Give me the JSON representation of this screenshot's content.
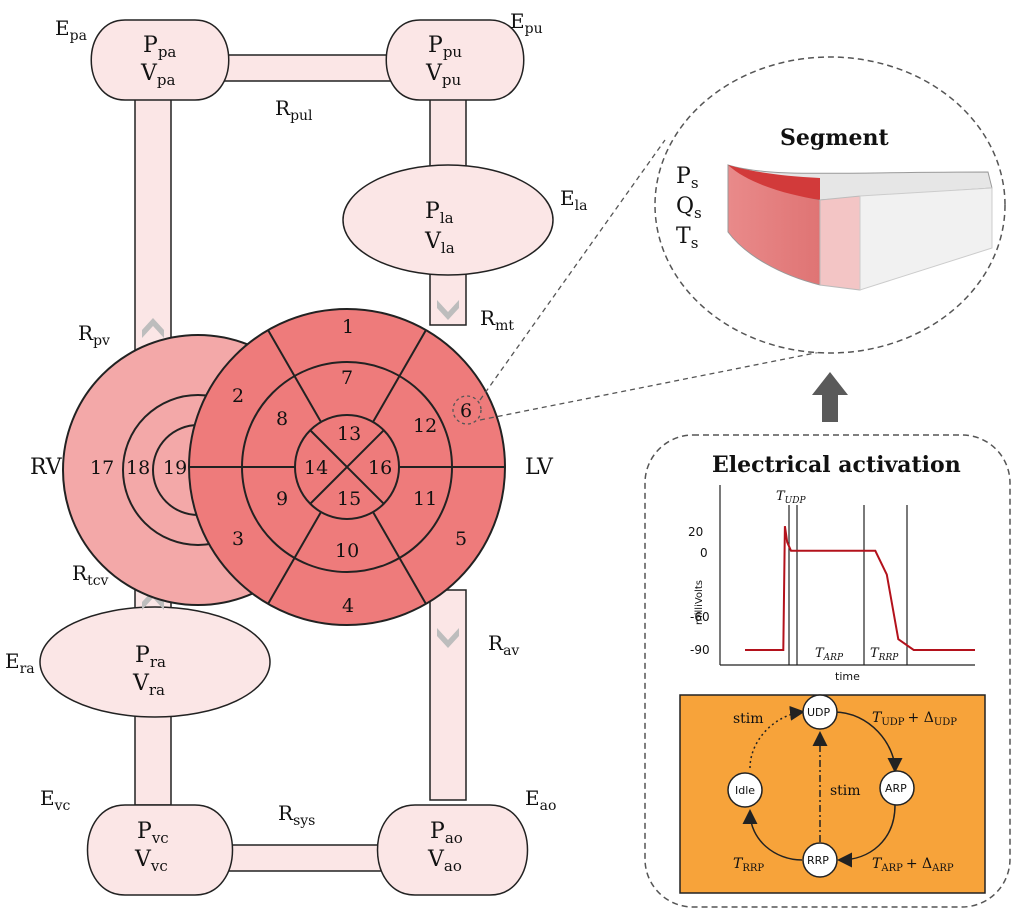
{
  "chambers": {
    "pa": {
      "p": "P",
      "p_sub": "pa",
      "v": "V",
      "v_sub": "pa",
      "e": "E",
      "e_sub": "pa"
    },
    "pu": {
      "p": "P",
      "p_sub": "pu",
      "v": "V",
      "v_sub": "pu",
      "e": "E",
      "e_sub": "pu"
    },
    "la": {
      "p": "P",
      "p_sub": "la",
      "v": "V",
      "v_sub": "la",
      "e": "E",
      "e_sub": "la"
    },
    "ra": {
      "p": "P",
      "p_sub": "ra",
      "v": "V",
      "v_sub": "ra",
      "e": "E",
      "e_sub": "ra"
    },
    "vc": {
      "p": "P",
      "p_sub": "vc",
      "v": "V",
      "v_sub": "vc",
      "e": "E",
      "e_sub": "vc"
    },
    "ao": {
      "p": "P",
      "p_sub": "ao",
      "v": "V",
      "v_sub": "ao",
      "e": "E",
      "e_sub": "ao"
    }
  },
  "resistances": {
    "pul": {
      "main": "R",
      "sub": "pul"
    },
    "pv": {
      "main": "R",
      "sub": "pv"
    },
    "mt": {
      "main": "R",
      "sub": "mt"
    },
    "tcv": {
      "main": "R",
      "sub": "tcv"
    },
    "av": {
      "main": "R",
      "sub": "av"
    },
    "sys": {
      "main": "R",
      "sub": "sys"
    }
  },
  "ventricles": {
    "rv": "RV",
    "lv": "LV"
  },
  "lv_segments": [
    "1",
    "2",
    "3",
    "4",
    "5",
    "6",
    "7",
    "8",
    "9",
    "10",
    "11",
    "12",
    "13",
    "14",
    "15",
    "16"
  ],
  "rv_segments": [
    "17",
    "18",
    "19"
  ],
  "segment_panel": {
    "title": "Segment",
    "ps": {
      "main": "P",
      "sub": "s"
    },
    "qs": {
      "main": "Q",
      "sub": "s"
    },
    "ts": {
      "main": "T",
      "sub": "s"
    }
  },
  "activation": {
    "title": "Electrical activation",
    "ylabel": "milliVolts",
    "xlabel": "time",
    "ticks": [
      "20",
      "0",
      "-60",
      "-90"
    ],
    "t_udp": {
      "main": "T",
      "sub": "UDP"
    },
    "t_arp": {
      "main": "T",
      "sub": "ARP"
    },
    "t_rrp": {
      "main": "T",
      "sub": "RRP"
    }
  },
  "state_machine": {
    "states": {
      "udp": "UDP",
      "arp": "ARP",
      "rrp": "RRP",
      "idle": "Idle"
    },
    "stim_top": "stim",
    "stim_center": "stim",
    "udp_to_arp": {
      "t": "T",
      "t_sub": "UDP",
      "plus": "+ Δ",
      "d_sub": "UDP"
    },
    "arp_to_rrp": {
      "t": "T",
      "t_sub": "ARP",
      "plus": "+ Δ",
      "d_sub": "ARP"
    },
    "rrp_to_idle": {
      "t": "T",
      "t_sub": "RRP"
    }
  },
  "colors": {
    "vessel": "#fbe6e6",
    "lv": "#ee7b7b",
    "rv": "#f3a8a8",
    "segment_dark": "#d23a3a",
    "orange": "#f7a33a",
    "trace": "#b3121c"
  },
  "chart_data": {
    "type": "line",
    "title": "",
    "xlabel": "time",
    "ylabel": "milliVolts",
    "y_ticks": [
      20,
      0,
      -60,
      -90
    ],
    "series": [
      {
        "x": [
          0,
          0.5,
          0.52,
          0.55,
          0.6,
          1.7,
          1.85,
          2.0,
          2.2,
          3.0
        ],
        "values": [
          -90,
          -90,
          25,
          10,
          2,
          2,
          -20,
          -80,
          -90,
          -90
        ]
      }
    ]
  }
}
